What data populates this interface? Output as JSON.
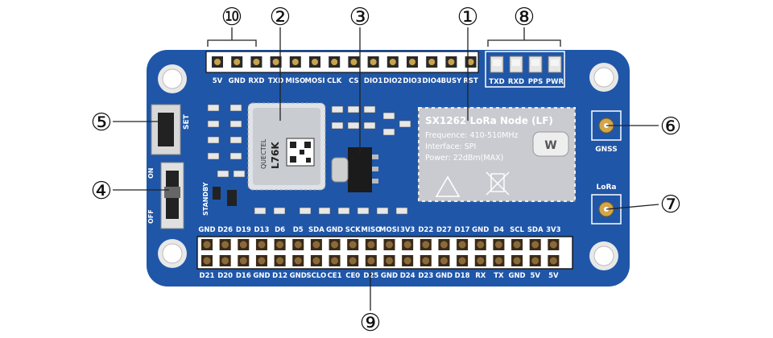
{
  "callouts": [
    "①",
    "②",
    "③",
    "④",
    "⑤",
    "⑥",
    "⑦",
    "⑧",
    "⑨",
    "⑩"
  ],
  "top_header_labels": [
    "5V",
    "GND",
    "RXD",
    "TXD",
    "MISO",
    "MOSI",
    "CLK",
    "CS",
    "DIO1",
    "DIO2",
    "DIO3",
    "DIO4",
    "BUSY",
    "RST"
  ],
  "led_labels": [
    "TXD",
    "RXD",
    "PPS",
    "PWR"
  ],
  "gpio_top_labels": [
    "GND",
    "D26",
    "D19",
    "D13",
    "D6",
    "D5",
    "SDA",
    "GND",
    "SCK",
    "MISO",
    "MOSI",
    "3V3",
    "D22",
    "D27",
    "D17",
    "GND",
    "D4",
    "SCL",
    "SDA",
    "3V3"
  ],
  "gpio_bottom_labels": [
    "D21",
    "D20",
    "D16",
    "GND",
    "D12",
    "GND",
    "SCLO",
    "CE1",
    "CE0",
    "D25",
    "GND",
    "D24",
    "D23",
    "GND",
    "D18",
    "RX",
    "TX",
    "GND",
    "5V",
    "5V"
  ],
  "switch_labels": {
    "set": "SET",
    "on": "ON",
    "standby": "STANDBY",
    "off": "OFF"
  },
  "antenna_labels": {
    "gnss": "GNSS",
    "lora": "LoRa"
  },
  "gnss_module": {
    "brand": "QUECTEL",
    "model": "L76K"
  },
  "lora_module": {
    "title": "SX1262 LoRa Node (LF)",
    "lines": [
      "Frequence: 410-510MHz",
      "Interface: SPI",
      "Power: 22dBm(MAX)"
    ]
  },
  "colors": {
    "board": "#1f56a8",
    "silkscreen": "#ffffff",
    "shield": "#c9cbd0",
    "callout_line": "#222222"
  }
}
